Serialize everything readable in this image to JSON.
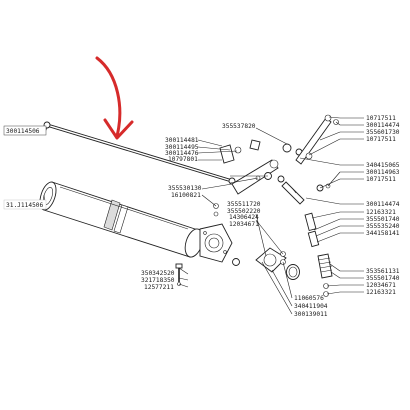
{
  "diagram": {
    "highlight_color": "#d62b2b",
    "callouts": {
      "rod": "300114506",
      "cylinder": "31.J114506",
      "c_300114481": "300114481",
      "c_300114495": "300114495",
      "c_300114476": "300114476",
      "c_10797801": "10797801",
      "c_355537820": "355537820",
      "c_355530130": "355530130",
      "c_16100821": "16100821",
      "c_355511720": "355511720",
      "c_355502220": "355502220",
      "c_14306424": "14306424",
      "c_12034671": "12034671",
      "c_350342520": "350342520",
      "c_321718350": "321718350",
      "c_12577211": "12577211",
      "c_11060576": "11060576",
      "c_340411904": "340411904",
      "c_300139011": "300139011",
      "r1_10717511": "10717511",
      "r2_300114474": "300114474",
      "r3_355601730": "355601730",
      "r4_10717511": "10717511",
      "r5_340415065": "340415065",
      "r6_300114963": "300114963",
      "r7_10717511": "10717511",
      "r8_300114474": "300114474",
      "r9_12163321": "12163321",
      "r10_355501740": "355501740",
      "r11_355535240": "355535240",
      "r12_344158141": "344158141",
      "r13_353561131": "353561131",
      "r14_355501740": "355501740",
      "r15_12034671": "12034671",
      "r16_12163321": "12163321"
    }
  }
}
